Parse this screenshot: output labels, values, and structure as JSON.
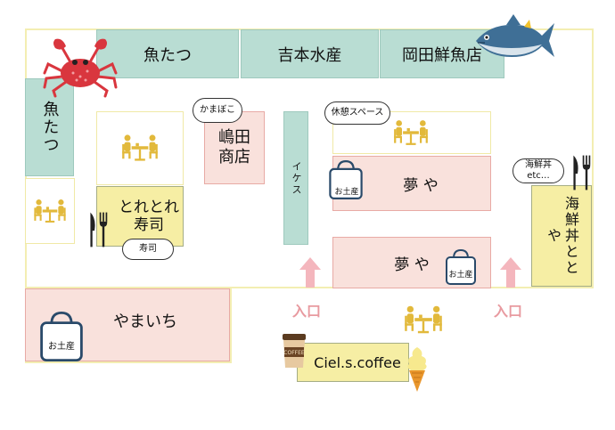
{
  "shops": {
    "uotatsu_top": "魚たつ",
    "yoshimoto": "吉本水産",
    "okada": "岡田鮮魚店",
    "uotatsu_left": "魚たつ",
    "shimada": "嶋田商店",
    "ikesu": "イケス",
    "toretore_line1": "とれとれ",
    "toretore_line2": "寿司",
    "yumeya_upper": "夢 や",
    "yumeya_lower": "夢 や",
    "kaisendon": "海鮮丼ととや",
    "yamaichi": "やまいち",
    "ciel": "Ciel.s.coffee"
  },
  "bubbles": {
    "kamaboko": "かまぼこ",
    "rest_space": "休憩スペース",
    "sushi": "寿司",
    "kaisendon_line1": "海鮮丼",
    "kaisendon_line2": "etc…"
  },
  "souvenir_tag": "お土産",
  "coffee_cup_label": "COFFEE",
  "entrance_label": "入口",
  "colors": {
    "teal": "#b9ddd3",
    "pink": "#f9e1dc",
    "yellow": "#f6eea4",
    "entrance": "#e89aa0",
    "table": "#e2b93b"
  },
  "icons": [
    "crab-icon",
    "tuna-icon",
    "table-chairs-icon",
    "fork-knife-icon",
    "souvenir-bag-icon",
    "coffee-cup-icon",
    "ice-cream-icon",
    "up-arrow-icon"
  ]
}
